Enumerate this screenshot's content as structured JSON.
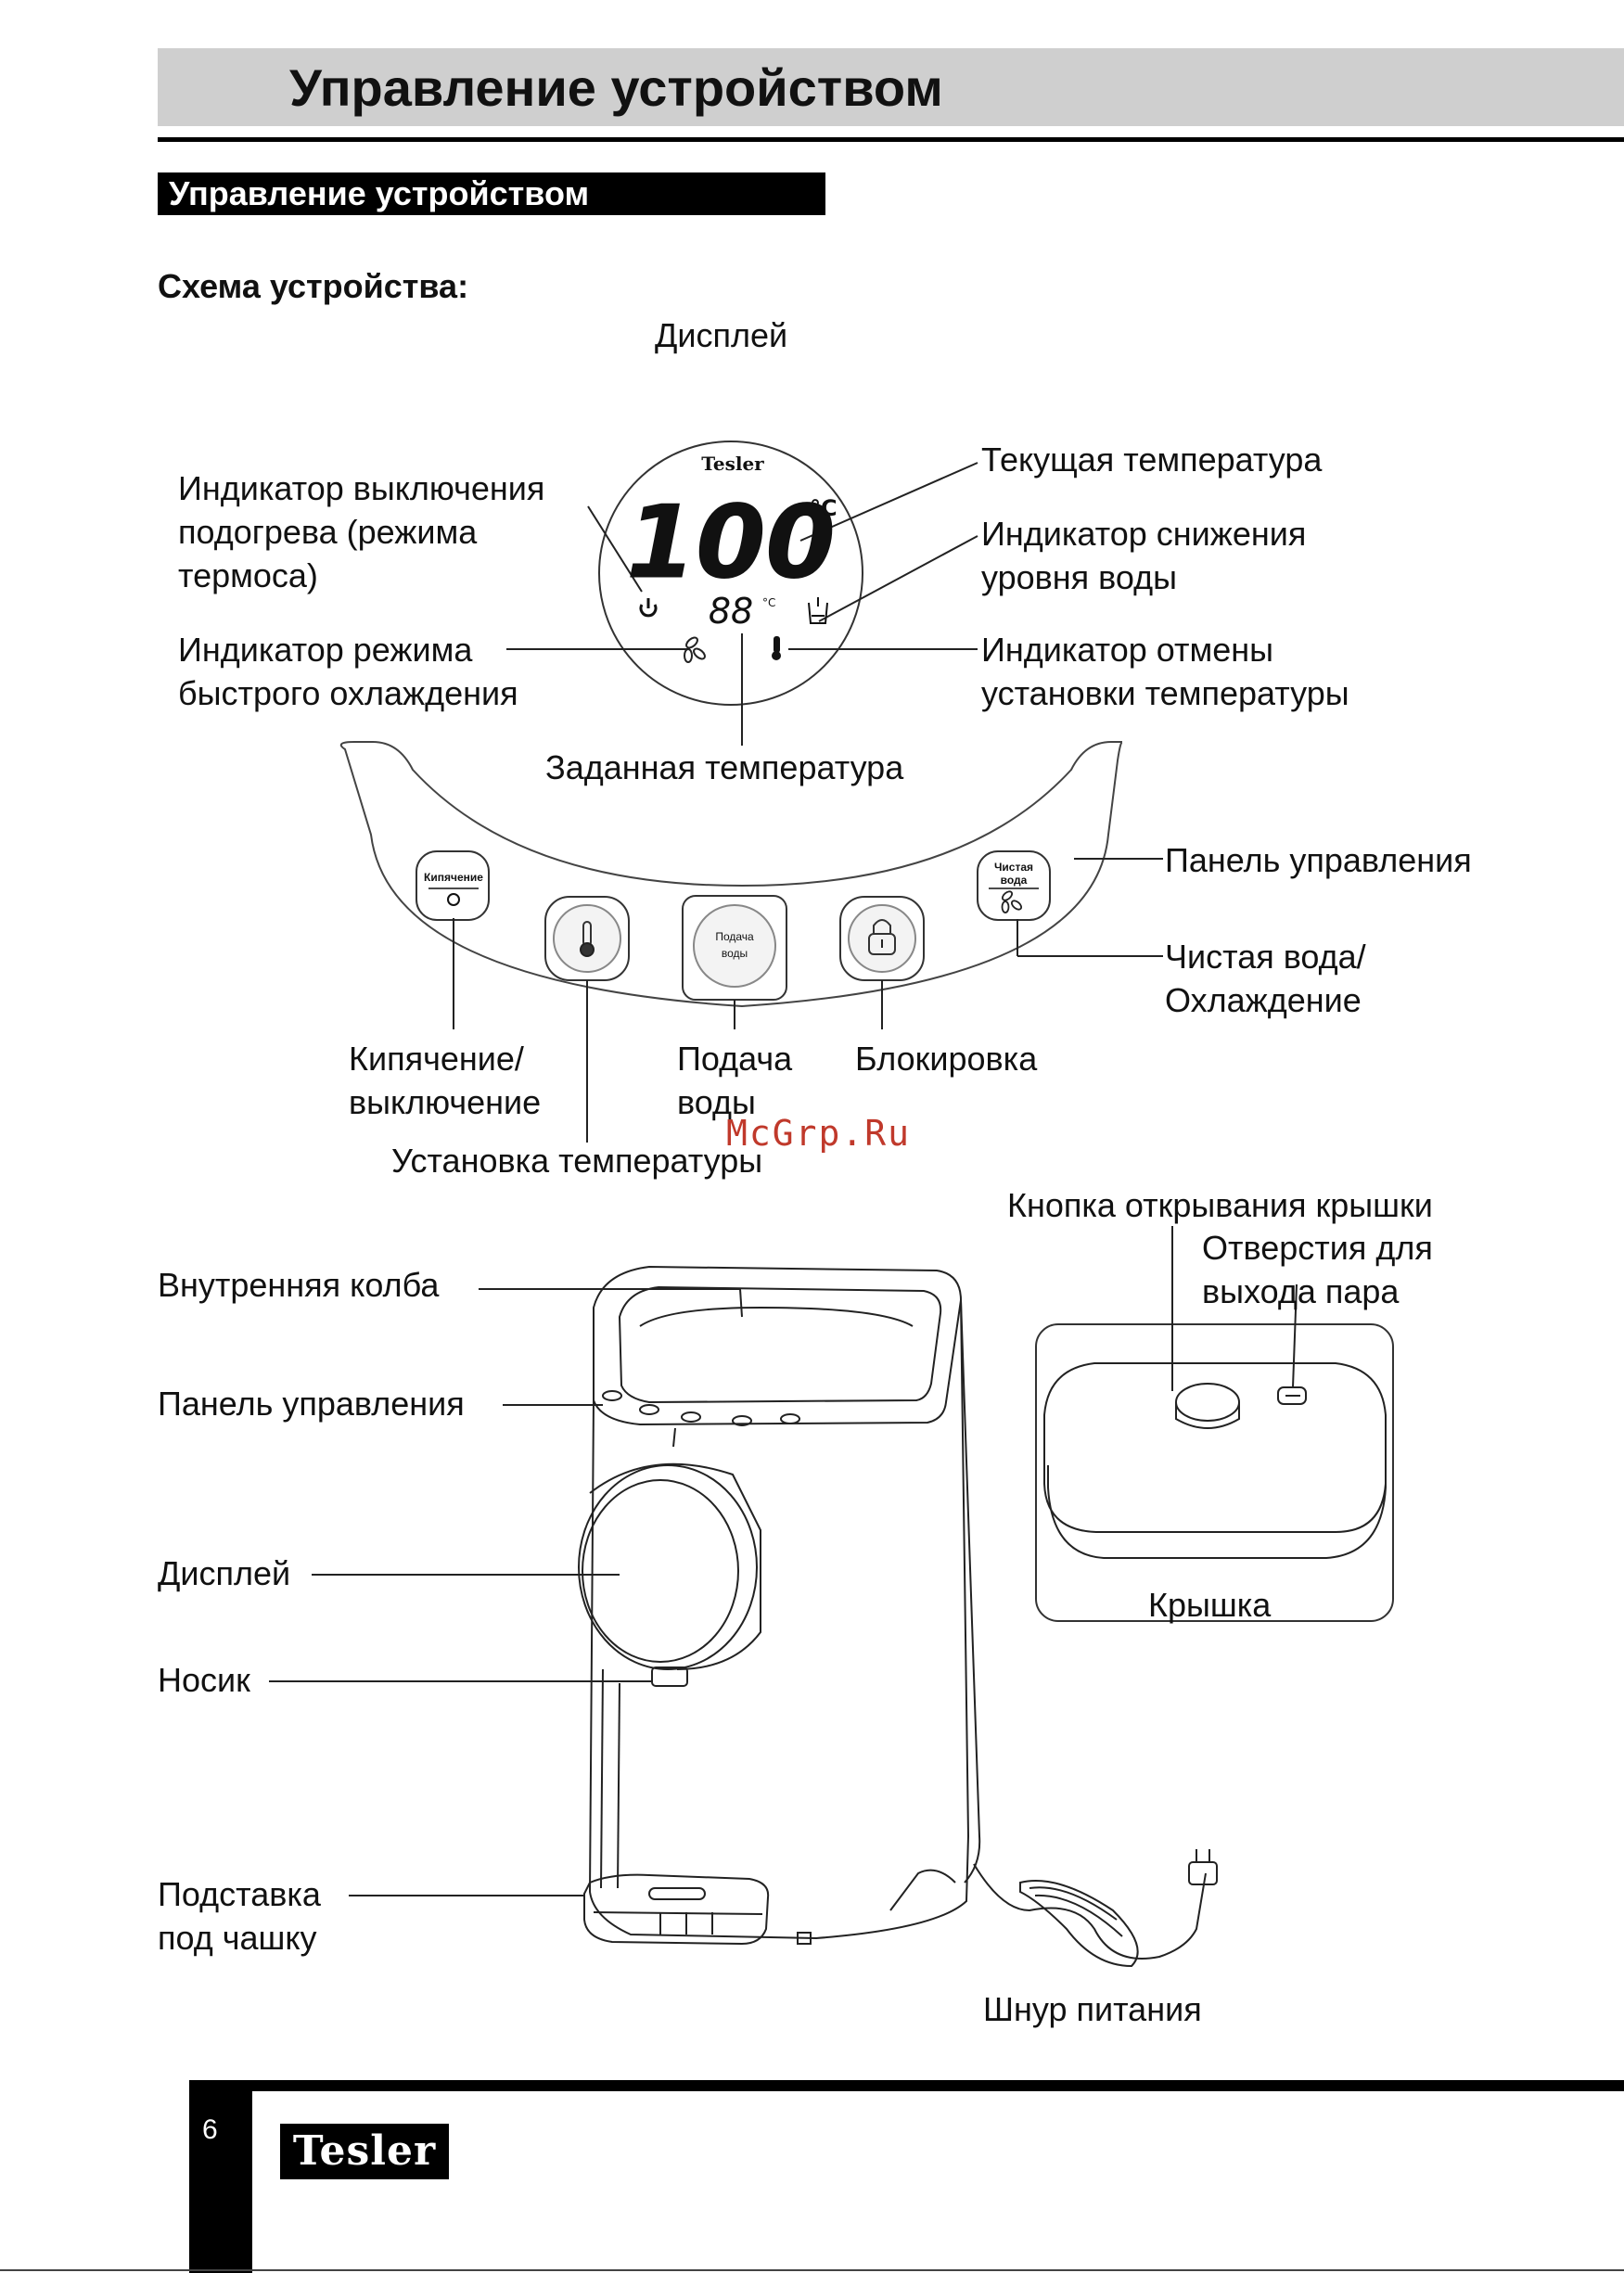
{
  "page": {
    "title": "Управление устройством",
    "section": "Управление устройством",
    "subheading": "Схема устройства:",
    "page_number": "6",
    "brand": "Tesler",
    "watermark": "McGrp.Ru"
  },
  "display_diagram": {
    "heading": "Дисплей",
    "screen": {
      "brand": "Tesler",
      "current_temp": "100",
      "current_unit": "°C",
      "set_temp": "88",
      "set_unit": "°C"
    },
    "labels": {
      "heat_off_1": "Индикатор выключения",
      "heat_off_2": "подогрева (режима",
      "heat_off_3": "термоса)",
      "cooling_1": "Индикатор режима",
      "cooling_2": "быстрого охлаждения",
      "current_temp": "Текущая температура",
      "low_water_1": "Индикатор снижения",
      "low_water_2": "уровня воды",
      "cancel_1": "Индикатор отмены",
      "cancel_2": "установки температуры",
      "set_temp": "Заданная температура"
    }
  },
  "control_panel": {
    "buttons": {
      "boil": "Кипячение",
      "dispense_1": "Подача",
      "dispense_2": "воды",
      "clean_1": "Чистая",
      "clean_2": "вода"
    },
    "labels": {
      "panel": "Панель управления",
      "clean_1": "Чистая вода/",
      "clean_2": "Охлаждение",
      "boil_1": "Кипячение/",
      "boil_2": "выключение",
      "dispense_1": "Подача",
      "dispense_2": "воды",
      "lock": "Блокировка",
      "set_temp": "Установка температуры"
    }
  },
  "device_diagram": {
    "labels": {
      "inner_flask": "Внутренняя колба",
      "control_panel": "Панель управления",
      "display": "Дисплей",
      "spout": "Носик",
      "cup_stand_1": "Подставка",
      "cup_stand_2": "под чашку",
      "power_cord": "Шнур питания",
      "lid_button": "Кнопка открывания крышки",
      "steam_1": "Отверстия для",
      "steam_2": "выхода пара",
      "lid": "Крышка"
    }
  }
}
